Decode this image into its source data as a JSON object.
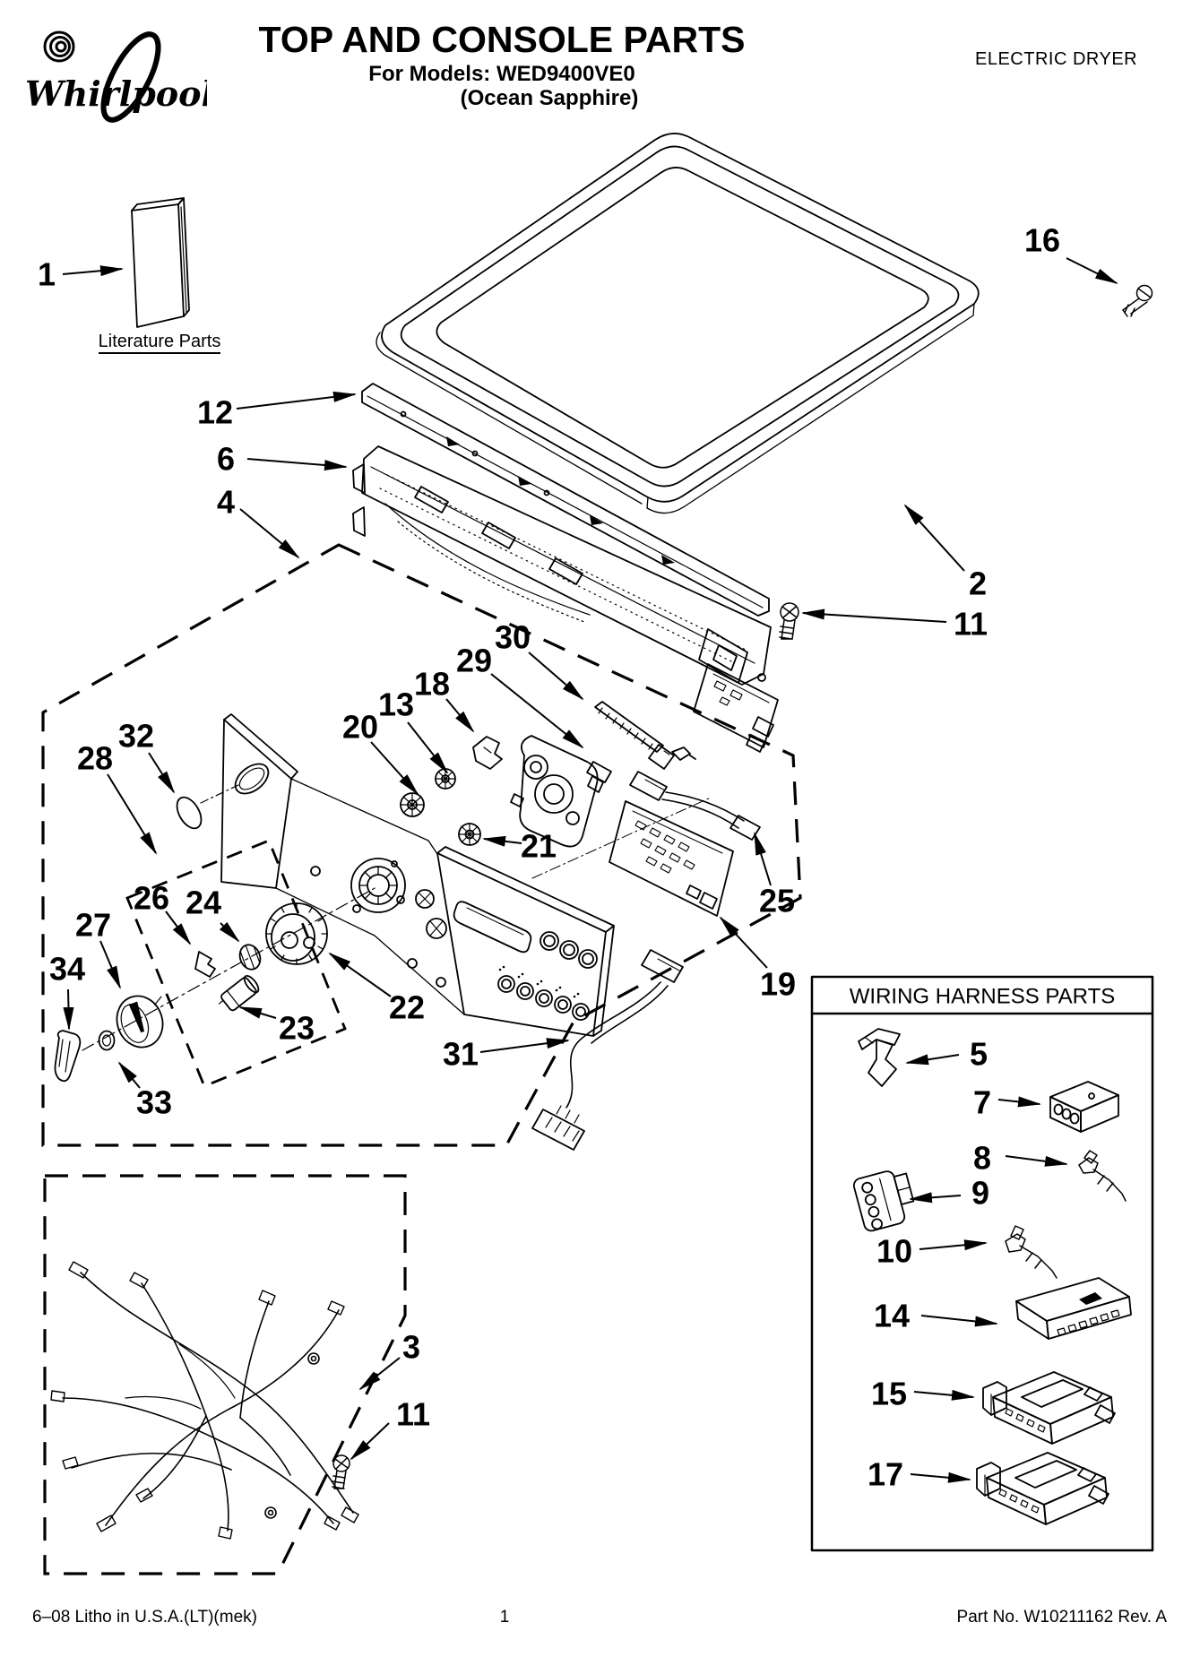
{
  "header": {
    "brand": "Whirlpool",
    "title": "TOP AND CONSOLE PARTS",
    "models_line": "For Models: WED9400VE0",
    "finish_line": "(Ocean Sapphire)",
    "appliance_type": "ELECTRIC DRYER"
  },
  "literature_label": "Literature Parts",
  "wiring_box": {
    "title": "WIRING HARNESS PARTS"
  },
  "callouts": [
    {
      "n": "1"
    },
    {
      "n": "16"
    },
    {
      "n": "12"
    },
    {
      "n": "6"
    },
    {
      "n": "4"
    },
    {
      "n": "2"
    },
    {
      "n": "11"
    },
    {
      "n": "30"
    },
    {
      "n": "29"
    },
    {
      "n": "18"
    },
    {
      "n": "13"
    },
    {
      "n": "20"
    },
    {
      "n": "32"
    },
    {
      "n": "28"
    },
    {
      "n": "26"
    },
    {
      "n": "24"
    },
    {
      "n": "27"
    },
    {
      "n": "34"
    },
    {
      "n": "21"
    },
    {
      "n": "25"
    },
    {
      "n": "19"
    },
    {
      "n": "22"
    },
    {
      "n": "23"
    },
    {
      "n": "33"
    },
    {
      "n": "31"
    },
    {
      "n": "3"
    },
    {
      "n": "11"
    },
    {
      "n": "5"
    },
    {
      "n": "7"
    },
    {
      "n": "8"
    },
    {
      "n": "9"
    },
    {
      "n": "10"
    },
    {
      "n": "14"
    },
    {
      "n": "15"
    },
    {
      "n": "17"
    }
  ],
  "footer": {
    "left": "6–08 Litho in U.S.A.(LT)(mek)",
    "page": "1",
    "right": "Part No. W10211162 Rev. A"
  }
}
